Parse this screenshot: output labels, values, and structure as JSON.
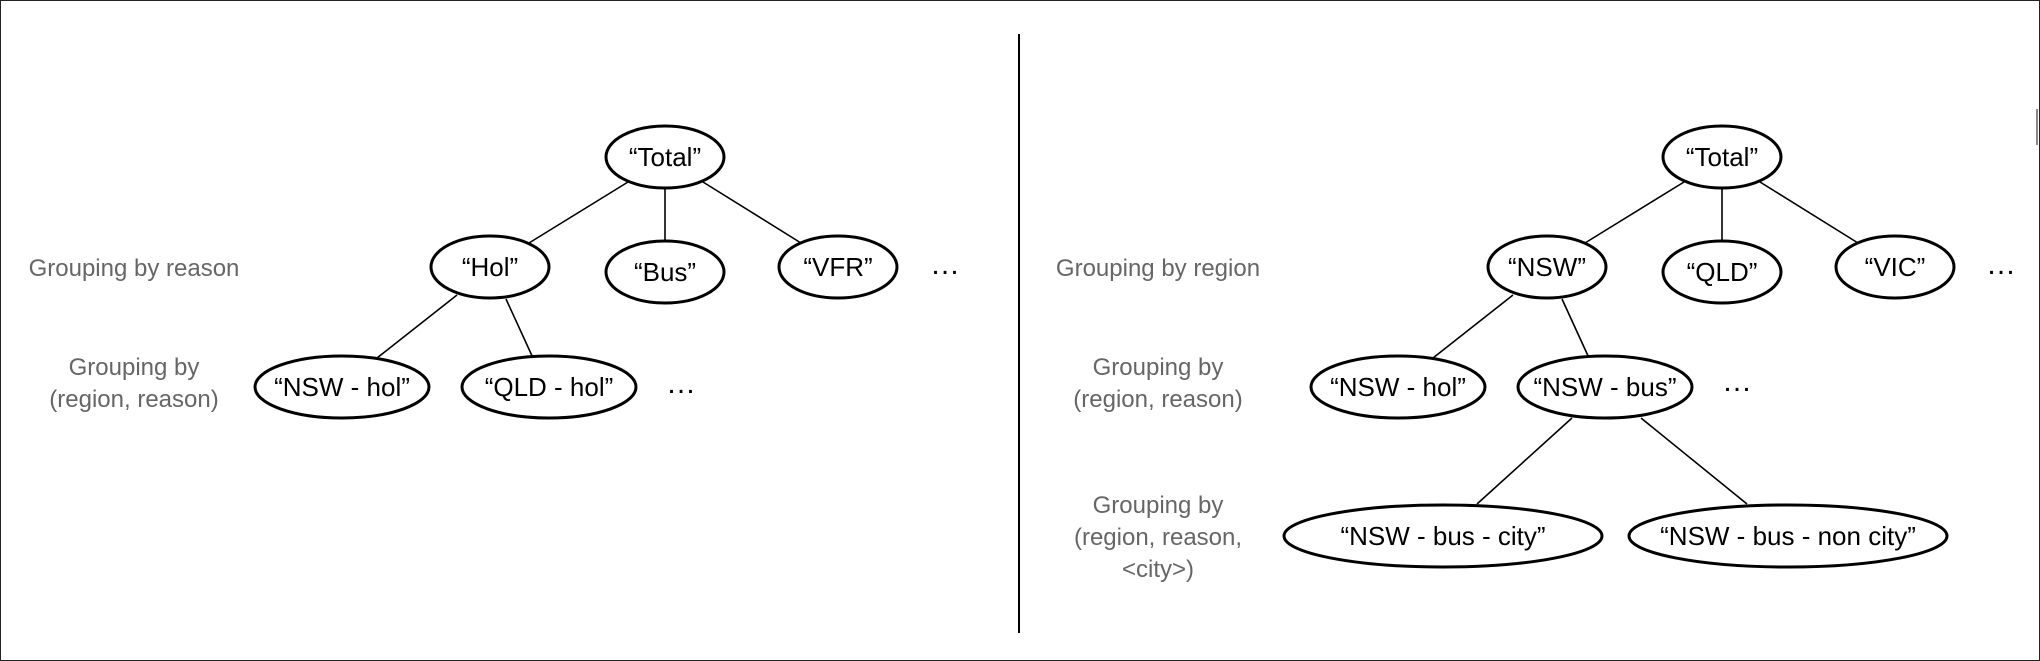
{
  "left_tree": {
    "root": "“Total”",
    "level1_label": "Grouping by reason",
    "level1": [
      "“Hol”",
      "“Bus”",
      "“VFR”"
    ],
    "level2_label": [
      "Grouping by",
      "(region, reason)"
    ],
    "level2": [
      "“NSW - hol”",
      "“QLD - hol”"
    ],
    "ellipsis": "…"
  },
  "right_tree": {
    "root": "“Total”",
    "level1_label": "Grouping by region",
    "level1": [
      "“NSW”",
      "“QLD”",
      "“VIC”"
    ],
    "level2_label": [
      "Grouping by",
      "(region, reason)"
    ],
    "level2": [
      "“NSW - hol”",
      "“NSW - bus”"
    ],
    "level3_label": [
      "Grouping by",
      "(region, reason,",
      "<city>)"
    ],
    "level3": [
      "“NSW - bus - city”",
      "“NSW - bus - non city”"
    ],
    "ellipsis": "…"
  },
  "colors": {
    "stroke": "#000000",
    "label": "#666666"
  }
}
